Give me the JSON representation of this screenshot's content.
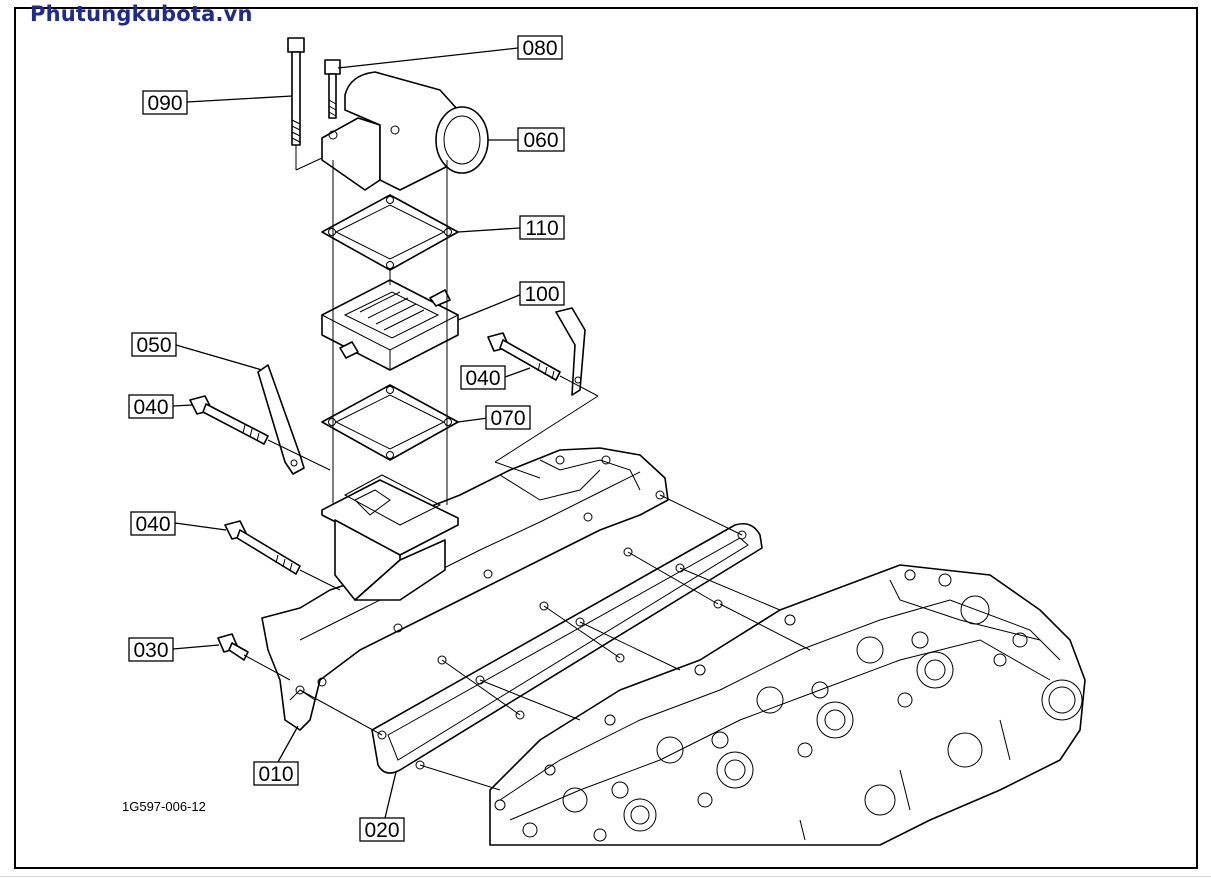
{
  "brand": "Phutungkubota.vn",
  "diagram_code": "1G597-006-12",
  "part_labels": [
    "090",
    "080",
    "060",
    "110",
    "100",
    "050",
    "040",
    "040",
    "070",
    "040",
    "030",
    "010",
    "020"
  ]
}
